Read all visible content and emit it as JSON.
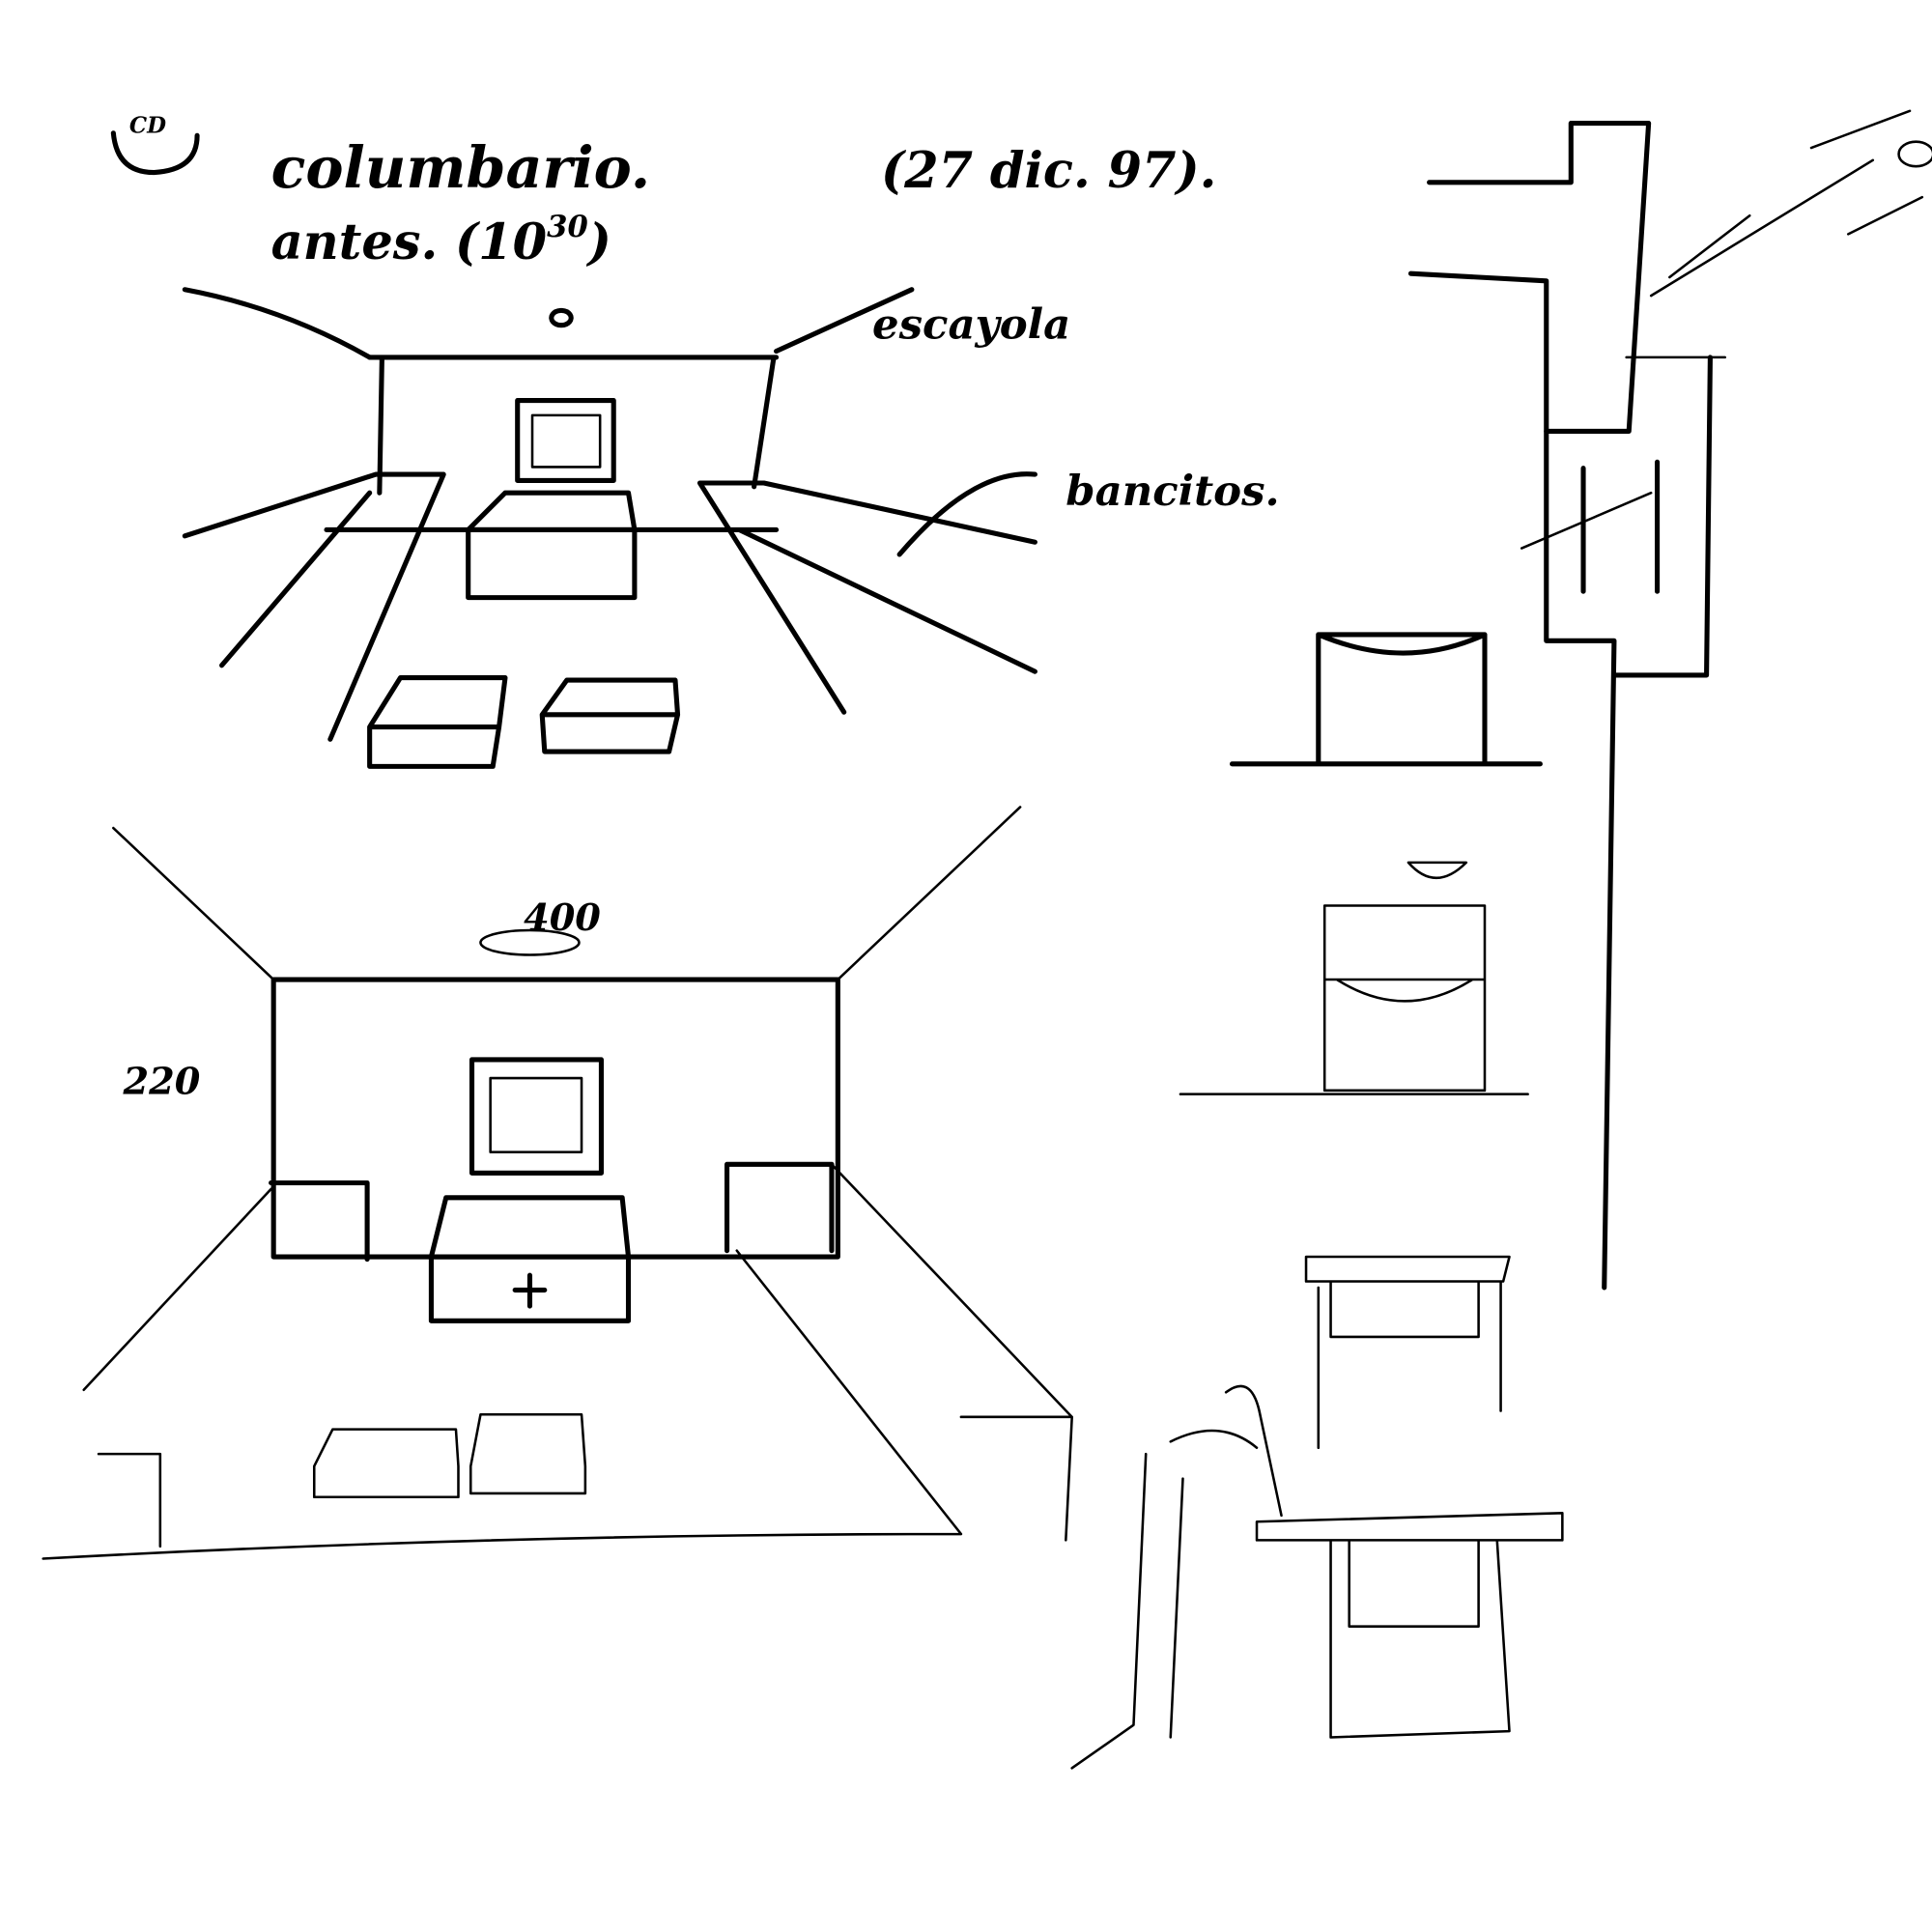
{
  "sketch": {
    "circle_mark": "CD",
    "title": "columbario.",
    "date": "(27 dic. 97).",
    "subtitle": "antes. (10",
    "subtitle_sup": "30",
    "subtitle_close": ")",
    "label_ceiling": "escayola",
    "label_benches": "bancitos.",
    "dim_width": "400",
    "dim_height": "220"
  },
  "colors": {
    "ink": "#000000",
    "paper": "#ffffff"
  }
}
